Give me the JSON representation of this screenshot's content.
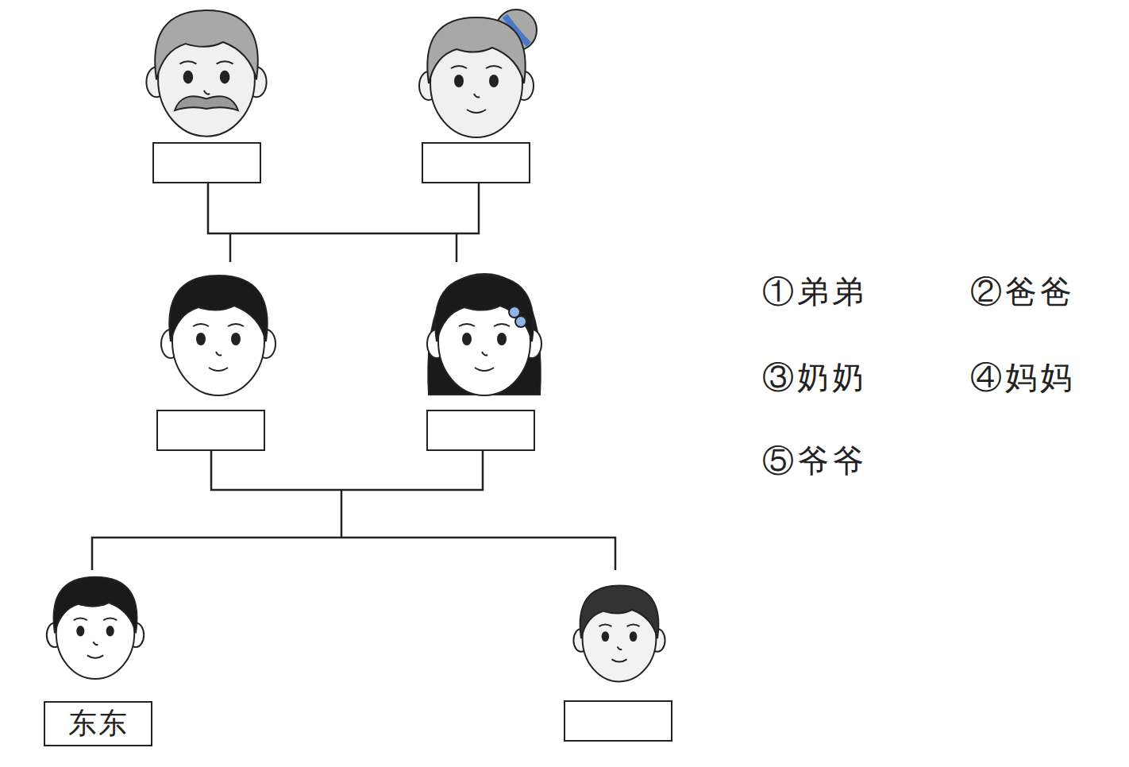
{
  "diagram": {
    "nodes": [
      {
        "text": [
          "东东"
        ]
      }
    ],
    "labels": [
      "①弟弟",
      "②爸爸",
      "③奶奶",
      "④妈妈",
      "⑤爷爷"
    ]
  }
}
